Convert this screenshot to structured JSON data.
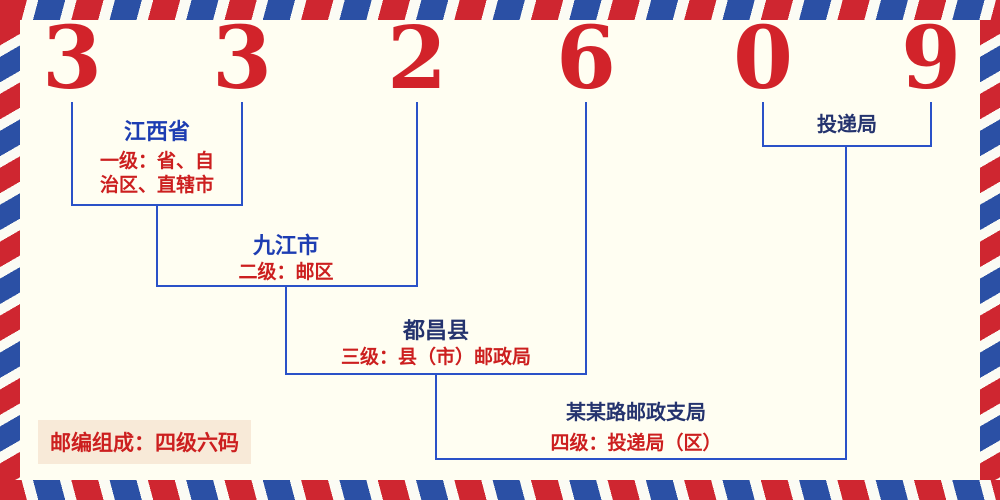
{
  "diagram": {
    "digits": [
      "3",
      "3",
      "2",
      "6",
      "0",
      "9"
    ],
    "levels": [
      {
        "name": "江西省",
        "desc_lines": [
          "一级：省、自",
          "治区、直辖市"
        ]
      },
      {
        "name": "九江市",
        "desc_lines": [
          "二级：邮区"
        ]
      },
      {
        "name": "都昌县",
        "desc_lines": [
          "三级：县（市）邮政局"
        ]
      },
      {
        "name": "某某路邮政支局",
        "desc_lines": [
          "四级：投递局（区）"
        ]
      }
    ],
    "delivery_label": "投递局",
    "footer": "邮编组成：四级六码"
  },
  "colors": {
    "digit_red": "#d2232a",
    "name_blue": "#1d3db2",
    "desc_red": "#cc1f1f",
    "line_blue": "#2a52c8",
    "stripe_red": "#cf2630",
    "stripe_blue": "#2b50a5",
    "background": "#fffef2"
  }
}
